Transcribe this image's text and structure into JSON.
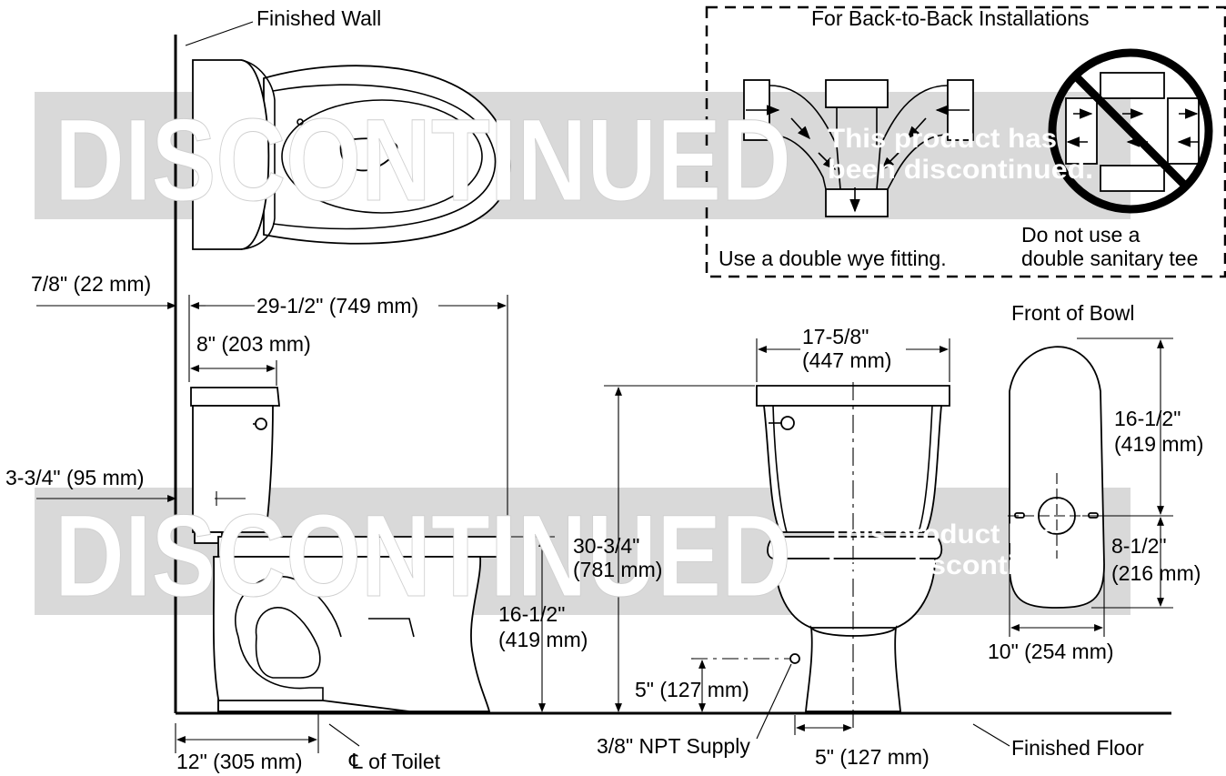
{
  "labels": {
    "finished_wall": "Finished Wall",
    "backtoback_title": "For Back-to-Back Installations",
    "wye_caption": "Use a double wye fitting.",
    "tee_caption_1": "Do not use a",
    "tee_caption_2": "double sanitary tee",
    "dim_7_8": "7/8\" (22 mm)",
    "dim_29_1_2": "29-1/2\" (749 mm)",
    "dim_8": "8\" (203 mm)",
    "dim_3_3_4": "3-3/4\" (95 mm)",
    "dim_16_1_2_side_a": "16-1/2\"",
    "dim_16_1_2_side_b": "(419 mm)",
    "dim_12": "12\" (305 mm)",
    "cl_of_toilet": "℄ of Toilet",
    "dim_17_5_8_a": "17-5/8\"",
    "dim_17_5_8_b": "(447 mm)",
    "dim_30_3_4_a": "30-3/4\"",
    "dim_30_3_4_b": "(781 mm)",
    "dim_5_supply": "5\" (127 mm)",
    "npt_supply": "3/8\" NPT Supply",
    "dim_5_floor": "5\" (127 mm)",
    "finished_floor": "Finished Floor",
    "front_of_bowl": "Front of Bowl",
    "dim_16_1_2_bowl_a": "16-1/2\"",
    "dim_16_1_2_bowl_b": "(419 mm)",
    "dim_8_1_2_a": "8-1/2\"",
    "dim_8_1_2_b": "(216 mm)",
    "dim_10": "10\" (254 mm)"
  },
  "watermark": {
    "word": "DISCONTINUED",
    "line1": "This product has",
    "line2": "been discontinued."
  }
}
